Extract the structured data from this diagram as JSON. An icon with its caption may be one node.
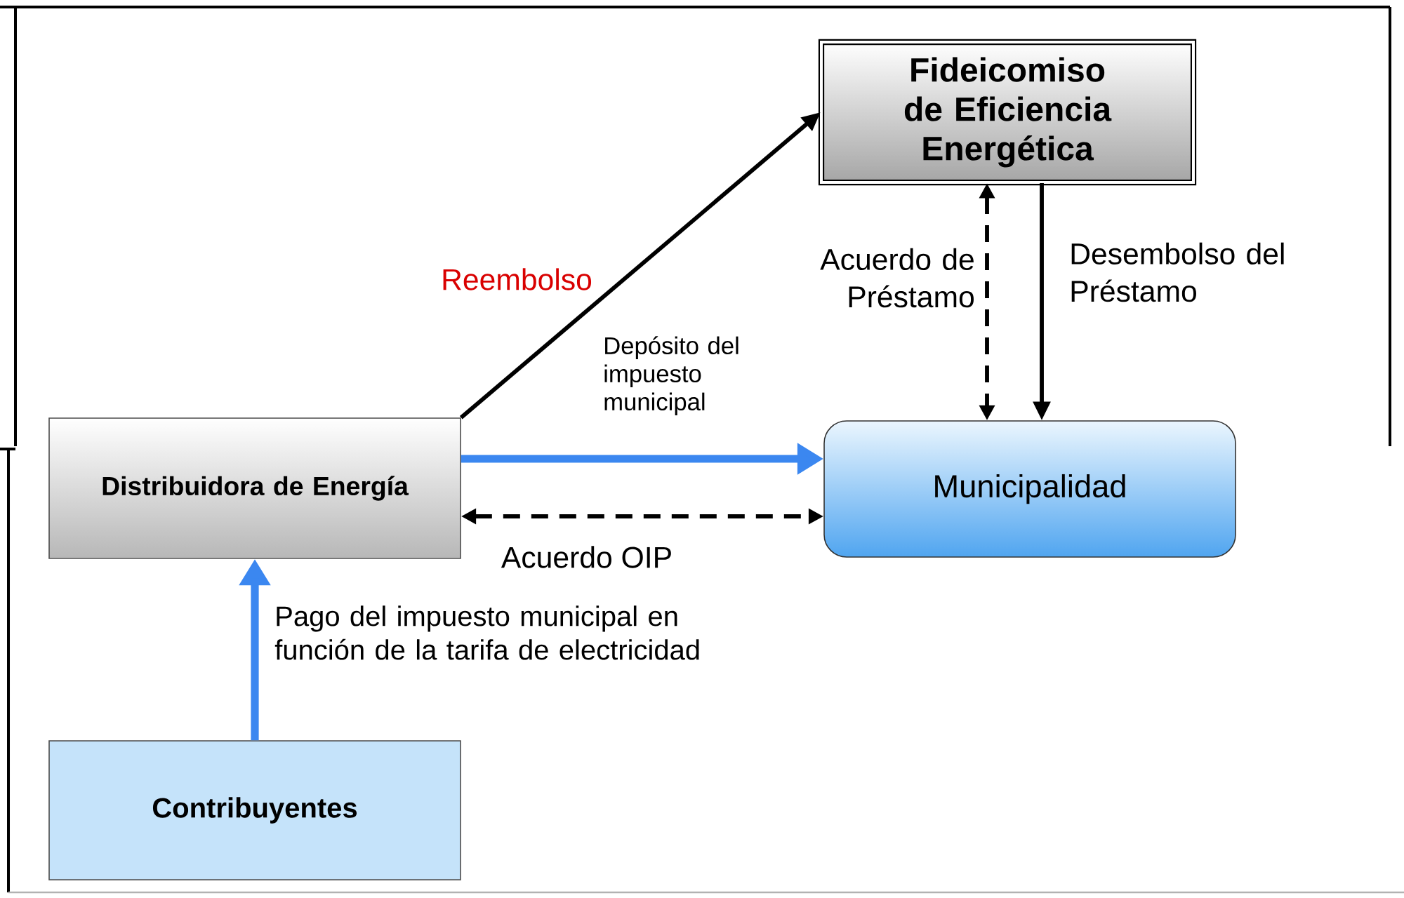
{
  "diagram": {
    "nodes": [
      {
        "text": [
          "Fideicomiso de Eficiencia Energética"
        ]
      },
      {
        "text": [
          "Distribuidora de Energía"
        ]
      },
      {
        "text": [
          "Municipalidad"
        ]
      },
      {
        "text": [
          "Contribuyentes"
        ]
      }
    ],
    "edges": [
      {
        "from": 1,
        "to": 0,
        "arrow": "to",
        "label": "Reembolso"
      },
      {
        "from": 0,
        "to": 2,
        "arrow": "to",
        "label": "Desembolso del Préstamo"
      },
      {
        "from": 0,
        "to": 2,
        "arrow": "both",
        "style": "dashed",
        "label": "Acuerdo de Préstamo"
      },
      {
        "from": 1,
        "to": 2,
        "arrow": "to",
        "style": "thick",
        "color": "#3b87f0",
        "label": "Depósito del impuesto municipal"
      },
      {
        "from": 1,
        "to": 2,
        "arrow": "both",
        "style": "dashed",
        "label": "Acuerdo OIP"
      },
      {
        "from": 3,
        "to": 1,
        "arrow": "to",
        "style": "thick",
        "color": "#3b87f0",
        "label": "Pago del impuesto municipal en función de la tarifa de electricidad"
      }
    ]
  }
}
